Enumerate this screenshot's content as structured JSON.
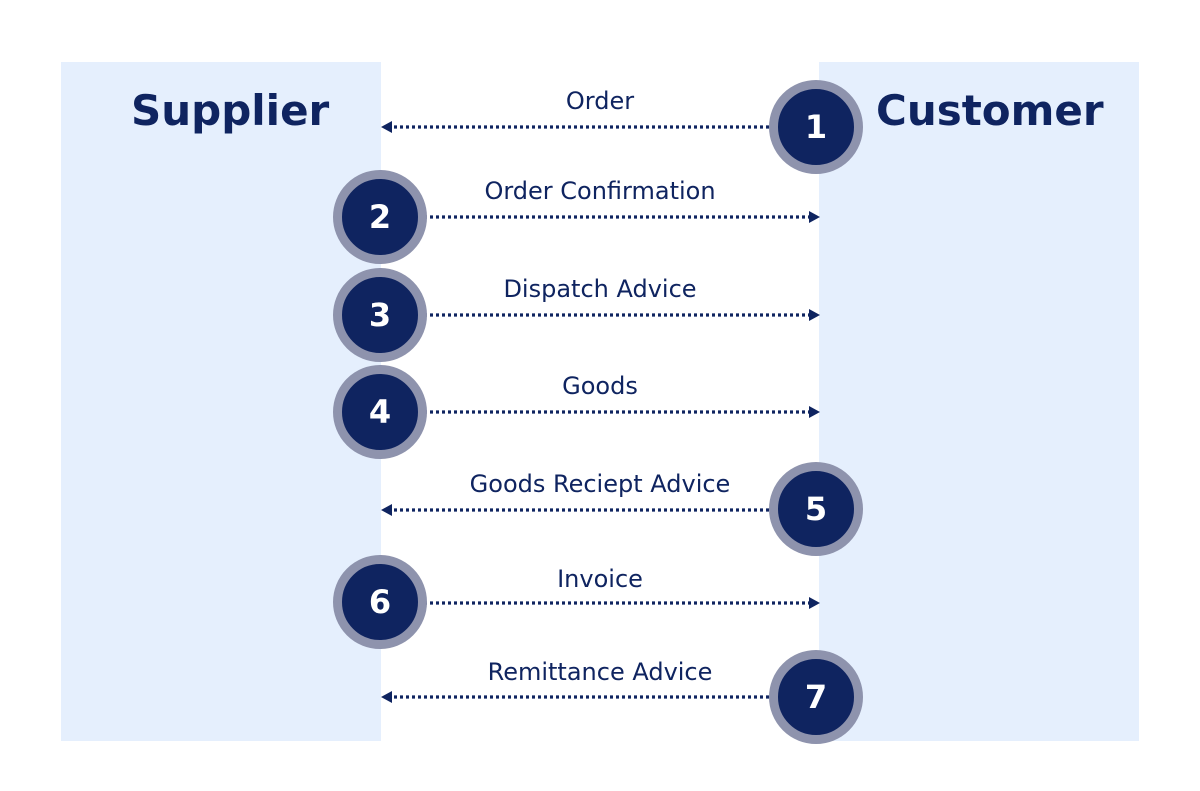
{
  "lanes": {
    "supplier": "Supplier",
    "customer": "Customer"
  },
  "steps": [
    {
      "number": "1",
      "label": "Order",
      "direction": "customer-to-supplier"
    },
    {
      "number": "2",
      "label": "Order Confirmation",
      "direction": "supplier-to-customer"
    },
    {
      "number": "3",
      "label": "Dispatch Advice",
      "direction": "supplier-to-customer"
    },
    {
      "number": "4",
      "label": "Goods",
      "direction": "supplier-to-customer"
    },
    {
      "number": "5",
      "label": "Goods Reciept Advice",
      "direction": "customer-to-supplier"
    },
    {
      "number": "6",
      "label": "Invoice",
      "direction": "supplier-to-customer"
    },
    {
      "number": "7",
      "label": "Remittance Advice",
      "direction": "customer-to-supplier"
    }
  ],
  "colors": {
    "lane_background": "#e5effd",
    "primary_navy": "#0f2460",
    "badge_ring": "#8e93ad"
  }
}
